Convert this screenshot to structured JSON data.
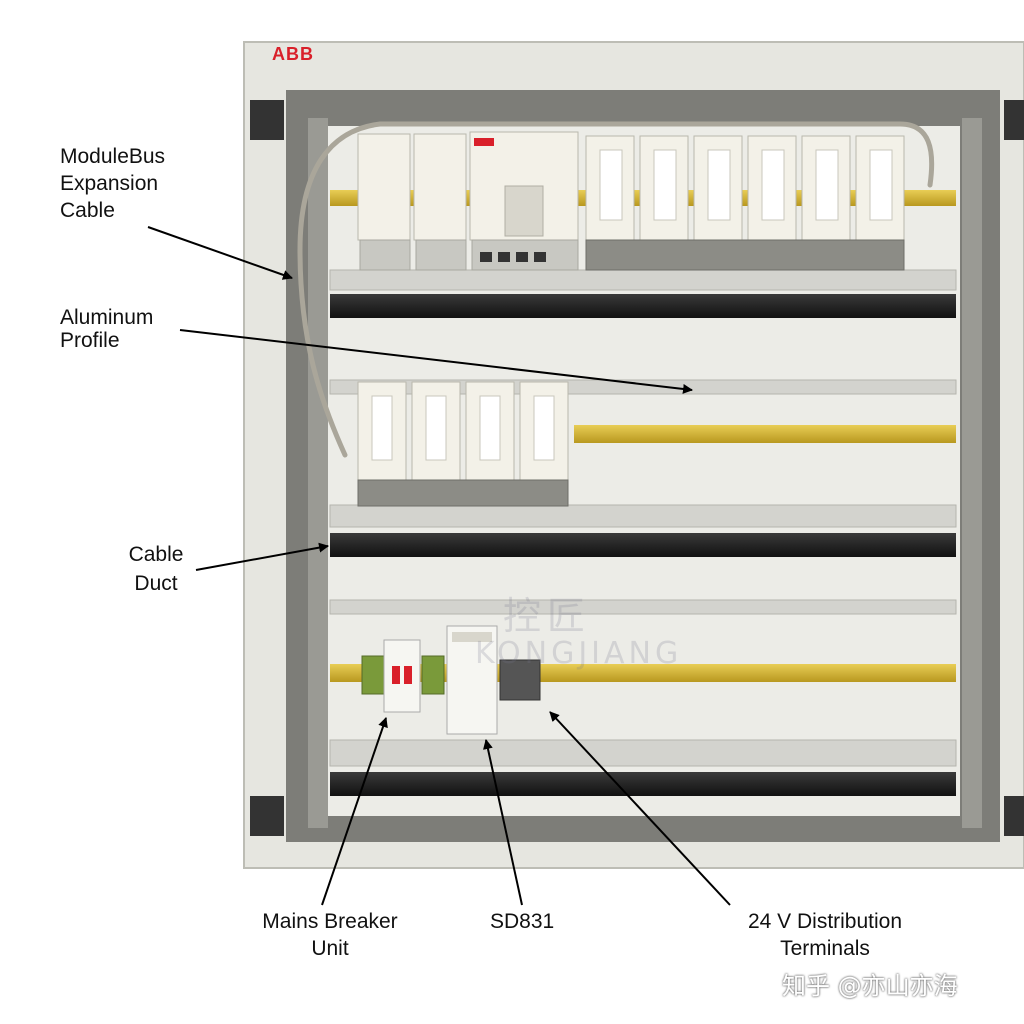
{
  "brand": "ABB",
  "labels": {
    "modulebus": [
      "ModuleBus",
      "Expansion",
      "Cable"
    ],
    "aluminum": [
      "Aluminum",
      "Profile"
    ],
    "cable_duct": [
      "Cable",
      "Duct"
    ],
    "mains": [
      "Mains Breaker",
      "Unit"
    ],
    "sd831": "SD831",
    "terminals": [
      "24 V Distribution",
      "Terminals"
    ]
  },
  "watermark": {
    "cn": "控匠",
    "en": "KONGJIANG"
  },
  "credit": "知乎 @亦山亦海",
  "colors": {
    "cabinet_frame": "#dcdcd6",
    "back_plate": "#e9e9e4",
    "duct": "#1e1e1e",
    "din_rail": "#d4b638",
    "module": "#f3f1e8",
    "module_edge": "#b9b7ac",
    "terminal": "#8c8c86",
    "brand_red": "#d9202a"
  }
}
